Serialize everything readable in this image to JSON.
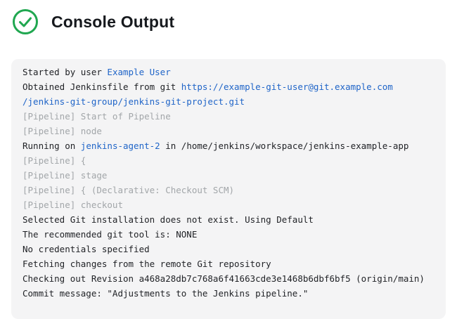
{
  "header": {
    "title": "Console Output",
    "status_icon": "check-circle-icon",
    "status": "success"
  },
  "colors": {
    "success_green": "#20a750",
    "link": "#2065c8",
    "muted": "#a2a6a9",
    "text": "#1f2125",
    "console_bg": "#f4f4f5",
    "title_text": "#16191d"
  },
  "console": {
    "lines": [
      {
        "segments": [
          {
            "text": "Started by user ",
            "style": "text"
          },
          {
            "text": "Example User",
            "style": "link"
          }
        ]
      },
      {
        "segments": [
          {
            "text": "Obtained Jenkinsfile from git ",
            "style": "text"
          },
          {
            "text": "https://example-git-user@git.example.com",
            "style": "link"
          }
        ]
      },
      {
        "segments": [
          {
            "text": "/jenkins-git-group/jenkins-git-project.git",
            "style": "link"
          }
        ]
      },
      {
        "segments": [
          {
            "text": "[Pipeline] Start of Pipeline",
            "style": "muted"
          }
        ]
      },
      {
        "segments": [
          {
            "text": "[Pipeline] node",
            "style": "muted"
          }
        ]
      },
      {
        "segments": [
          {
            "text": "Running on ",
            "style": "text"
          },
          {
            "text": "jenkins-agent-2",
            "style": "link"
          },
          {
            "text": " in /home/jenkins/workspace/jenkins-example-app",
            "style": "text"
          }
        ]
      },
      {
        "segments": [
          {
            "text": "[Pipeline] {",
            "style": "muted"
          }
        ]
      },
      {
        "segments": [
          {
            "text": "[Pipeline] stage",
            "style": "muted"
          }
        ]
      },
      {
        "segments": [
          {
            "text": "[Pipeline] { (Declarative: Checkout SCM)",
            "style": "muted"
          }
        ]
      },
      {
        "segments": [
          {
            "text": "[Pipeline] checkout",
            "style": "muted"
          }
        ]
      },
      {
        "segments": [
          {
            "text": "Selected Git installation does not exist. Using Default",
            "style": "text"
          }
        ]
      },
      {
        "segments": [
          {
            "text": "The recommended git tool is: NONE",
            "style": "text"
          }
        ]
      },
      {
        "segments": [
          {
            "text": "No credentials specified",
            "style": "text"
          }
        ]
      },
      {
        "segments": [
          {
            "text": "Fetching changes from the remote Git repository",
            "style": "text"
          }
        ]
      },
      {
        "segments": [
          {
            "text": "Checking out Revision a468a28db7c768a6f41663cde3e1468b6dbf6bf5 (origin/main)",
            "style": "text"
          }
        ]
      },
      {
        "segments": [
          {
            "text": "Commit message: \"Adjustments to the Jenkins pipeline.\"",
            "style": "text"
          }
        ]
      }
    ]
  }
}
